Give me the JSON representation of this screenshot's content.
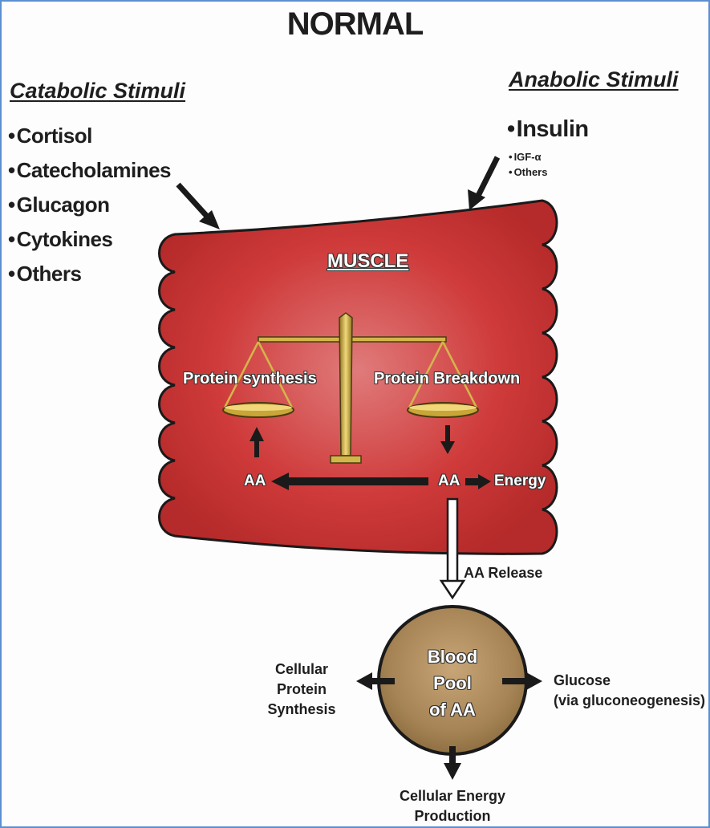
{
  "title": "NORMAL",
  "catabolic": {
    "heading": "Catabolic Stimuli",
    "items": [
      "Cortisol",
      "Catecholamines",
      "Glucagon",
      "Cytokines",
      "Others"
    ]
  },
  "anabolic": {
    "heading": "Anabolic Stimuli",
    "main_item": "Insulin",
    "sub_items": [
      "IGF-α",
      "Others"
    ]
  },
  "muscle": {
    "label": "MUSCLE",
    "protein_synthesis": "Protein synthesis",
    "protein_breakdown": "Protein Breakdown",
    "aa_left": "AA",
    "aa_right": "AA",
    "energy": "Energy"
  },
  "aa_release": "AA Release",
  "blood_pool": {
    "line1": "Blood",
    "line2": "Pool",
    "line3": "of AA"
  },
  "outputs": {
    "cellular_protein_synthesis": [
      "Cellular",
      "Protein",
      "Synthesis"
    ],
    "glucose": [
      "Glucose",
      "(via gluconeogenesis)"
    ],
    "cellular_energy_production": [
      "Cellular Energy",
      "Production"
    ]
  },
  "colors": {
    "muscle_fill": "#cf3a3a",
    "muscle_outline": "#1a1a1a",
    "balance_gold": "#d2b64a",
    "blood_pool_fill": "#a68455",
    "frame": "#5b8fd0"
  }
}
